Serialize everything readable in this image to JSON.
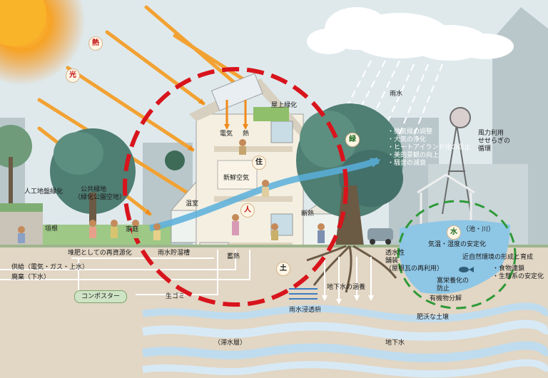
{
  "badges": {
    "heat": "熱",
    "light": "光",
    "live": "住",
    "person": "人",
    "earth": "土",
    "green": "緑",
    "water": "水"
  },
  "water_title_suffix": "（池・川）",
  "labels": {
    "rain": "雨水",
    "roof_green": "屋上緑化",
    "electricity": "電気",
    "heat_in": "熱",
    "fresh_air": "新鮮空気",
    "greenhouse": "温室",
    "insulation": "断熱",
    "heat_storage": "蓄熱",
    "rain_tank": "雨水貯溜槽",
    "artificial_green": "人工地盤緑化",
    "park": "公共緑地",
    "park_sub": "（緑化公園空地）",
    "hedge": "垣根",
    "family": "家庭",
    "compost_reuse": "堆肥としての再資源化",
    "supply": "供給（電気・ガス・上水）",
    "waste": "廃棄（下水）",
    "composter": "コンポスター",
    "garbage": "生ゴミ",
    "infiltration": "雨水浸透枡",
    "groundwater_recharge": "地下水の涵養",
    "permeable_1": "透水性",
    "permeable_2": "舗装",
    "permeable_3": "（屋根瓦の再利用）",
    "organic": "有機物分解",
    "fertile_soil": "肥沃な土壌",
    "aquifer": "（滞水層）",
    "groundwater": "地下水",
    "wind_1": "風力利用",
    "wind_2": "せせらぎの",
    "wind_3": "循環",
    "climate": "気温・湿度の安定化",
    "eco1": "近自然環境の形成と育成",
    "eco2": "・食物連鎖",
    "eco3": "・生態系の安定化",
    "eutro1": "富栄養化の",
    "eutro2": "防止"
  },
  "green_effects": [
    "・微気候の調整",
    "・大気の浄化",
    "・ヒートアイランド化の防止",
    "・美的景観の向上",
    "・騒音の減衰"
  ],
  "colors": {
    "sky": "#dfe9ec",
    "soil": "#e2d6c4",
    "sun": "#f08a1a",
    "sunray": "#f2a233",
    "red_cycle": "#d8141c",
    "green_cycle": "#2e9a38",
    "tree": "#4f7e72",
    "pond": "#8ec6e6",
    "air_arrow": "#5ab0dc"
  }
}
